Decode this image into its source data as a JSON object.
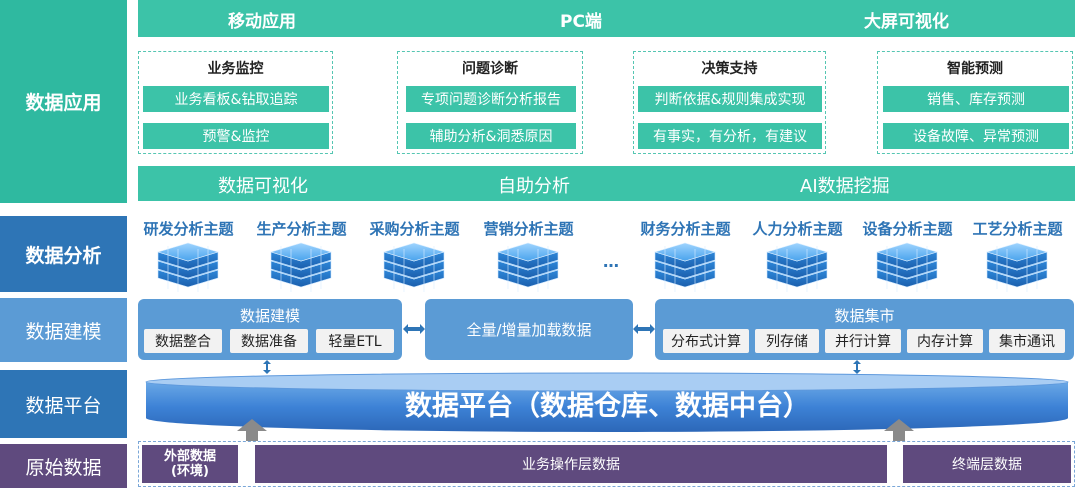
{
  "layers": {
    "app": "数据应用",
    "analysis": "数据分析",
    "modeling": "数据建模",
    "platform": "数据平台",
    "raw": "原始数据"
  },
  "channels": [
    "移动应用",
    "PC端",
    "大屏可视化"
  ],
  "app_groups": [
    {
      "title": "业务监控",
      "items": [
        "业务看板&钻取追踪",
        "预警&监控"
      ]
    },
    {
      "title": "问题诊断",
      "items": [
        "专项问题诊断分析报告",
        "辅助分析&洞悉原因"
      ]
    },
    {
      "title": "决策支持",
      "items": [
        "判断依据&规则集成实现",
        "有事实，有分析，有建议"
      ]
    },
    {
      "title": "智能预测",
      "items": [
        "销售、库存预测",
        "设备故障、异常预测"
      ]
    }
  ],
  "capabilities": [
    "数据可视化",
    "自助分析",
    "AI数据挖掘"
  ],
  "themes": [
    "研发分析主题",
    "生产分析主题",
    "采购分析主题",
    "营销分析主题",
    "财务分析主题",
    "人力分析主题",
    "设备分析主题",
    "工艺分析主题"
  ],
  "ellipsis": "…",
  "modeling": {
    "left_title": "数据建模",
    "left_items": [
      "数据整合",
      "数据准备",
      "轻量ETL"
    ],
    "middle": "全量/增量加载数据",
    "right_title": "数据集市",
    "right_items": [
      "分布式计算",
      "列存储",
      "并行计算",
      "内存计算",
      "集市通讯"
    ]
  },
  "platform_text": "数据平台（数据仓库、数据中台）",
  "raw": {
    "external": "外部数据\n(环境)",
    "business": "业务操作层数据",
    "terminal": "终端层数据"
  },
  "colors": {
    "app_layer": "#2fb9a0",
    "teal": "#3cc3a8",
    "analysis_layer": "#2e75b6",
    "modeling_layer": "#5b9bd5",
    "platform_layer": "#2e75b6",
    "raw_layer": "#5f4a7e"
  }
}
